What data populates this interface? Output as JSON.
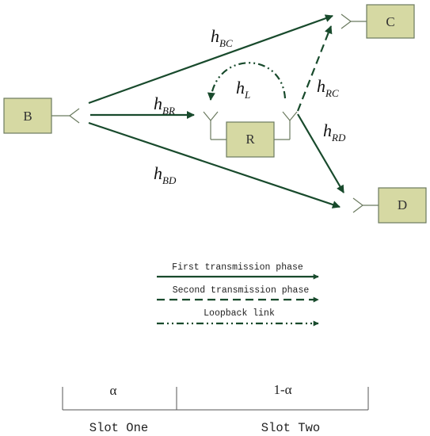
{
  "nodes": {
    "B": "B",
    "C": "C",
    "R": "R",
    "D": "D"
  },
  "channels": {
    "bc": {
      "base": "h",
      "sub": "BC"
    },
    "br": {
      "base": "h",
      "sub": "BR"
    },
    "bd": {
      "base": "h",
      "sub": "BD"
    },
    "l": {
      "base": "h",
      "sub": "L"
    },
    "rc": {
      "base": "h",
      "sub": "RC"
    },
    "rd": {
      "base": "h",
      "sub": "RD"
    }
  },
  "legend": {
    "first": "First transmission phase",
    "second": "Second transmission phase",
    "loopback": "Loopback link"
  },
  "timeline": {
    "alpha": "α",
    "one_minus_alpha": "1-α",
    "slot_one": "Slot One",
    "slot_two": "Slot Two"
  },
  "colors": {
    "link": "#184a2c",
    "node_fill": "#d6d9a3",
    "node_stroke": "#6b7a5f"
  }
}
